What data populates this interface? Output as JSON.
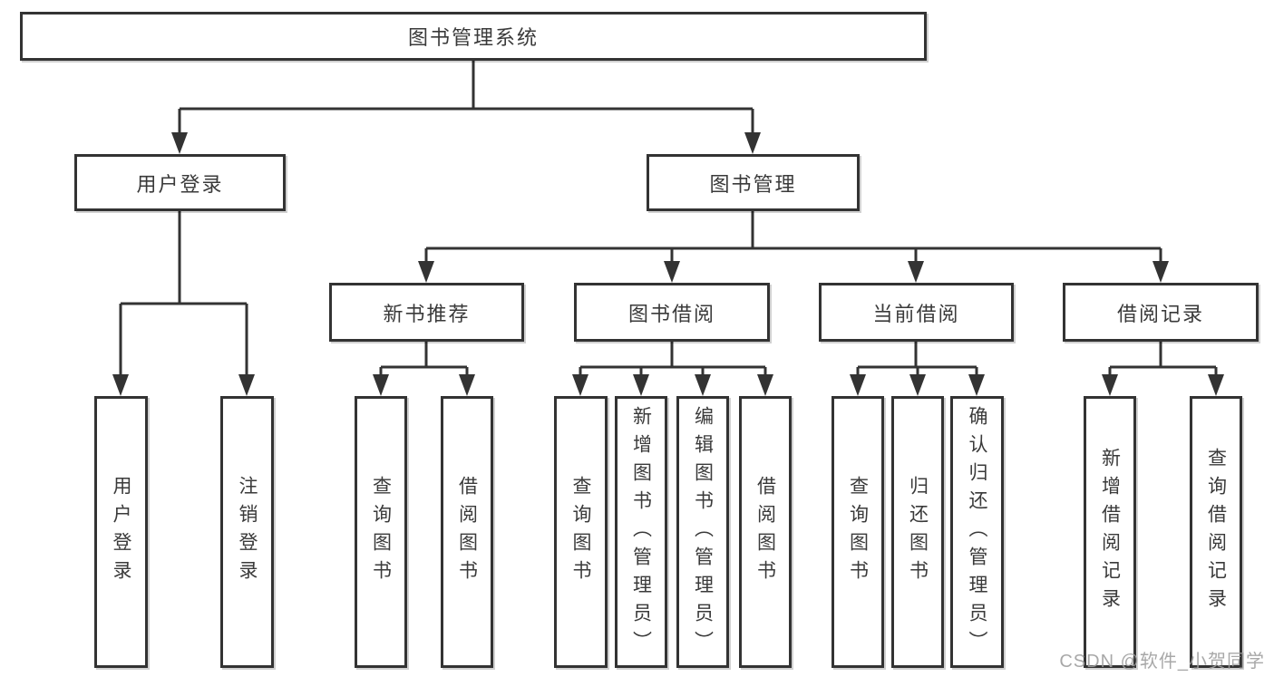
{
  "tree": {
    "root": "图书管理系统",
    "branches": [
      {
        "label": "用户登录",
        "children": [
          "用户登录",
          "注销登录"
        ]
      },
      {
        "label": "图书管理",
        "groups": [
          {
            "label": "新书推荐",
            "children": [
              "查询图书",
              "借阅图书"
            ]
          },
          {
            "label": "图书借阅",
            "children": [
              "查询图书",
              "新增图书（管理员）",
              "编辑图书（管理员）",
              "借阅图书"
            ]
          },
          {
            "label": "当前借阅",
            "children": [
              "查询图书",
              "归还图书",
              "确认归还（管理员）"
            ]
          },
          {
            "label": "借阅记录",
            "children": [
              "新增借阅记录",
              "查询借阅记录"
            ]
          }
        ]
      }
    ]
  },
  "watermark": "CSDN @软件_小贺同学",
  "colors": {
    "line": "#333333",
    "text": "#3a3a3a",
    "watermark": "#9e9e9e",
    "background": "#ffffff"
  }
}
